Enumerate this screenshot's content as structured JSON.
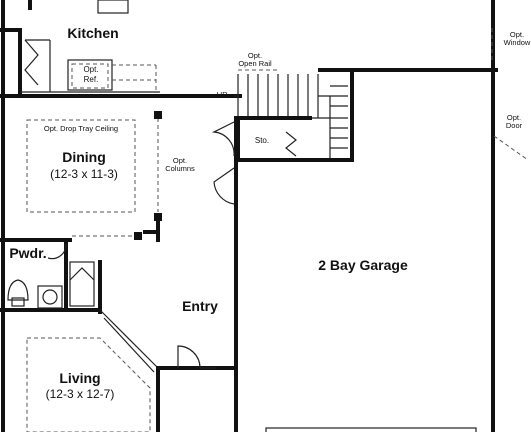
{
  "rooms": {
    "kitchen": "Kitchen",
    "dining": "Dining",
    "dining_size": "(12-3 x 11-3)",
    "powder": "Pwdr.",
    "living": "Living",
    "living_size": "(12-3 x 12-7)",
    "entry": "Entry",
    "garage": "2 Bay Garage",
    "storage": "Sto."
  },
  "notes": {
    "ref_opt": "Opt.",
    "ref": "Ref.",
    "drop_tray": "Opt. Drop Tray Ceiling",
    "columns_opt": "Opt.",
    "columns": "Columns",
    "rail_opt": "Opt.",
    "rail": "Open Rail",
    "up": "UP",
    "window_opt": "Opt.",
    "window": "Window",
    "door_opt": "Opt.",
    "door": "Door"
  }
}
